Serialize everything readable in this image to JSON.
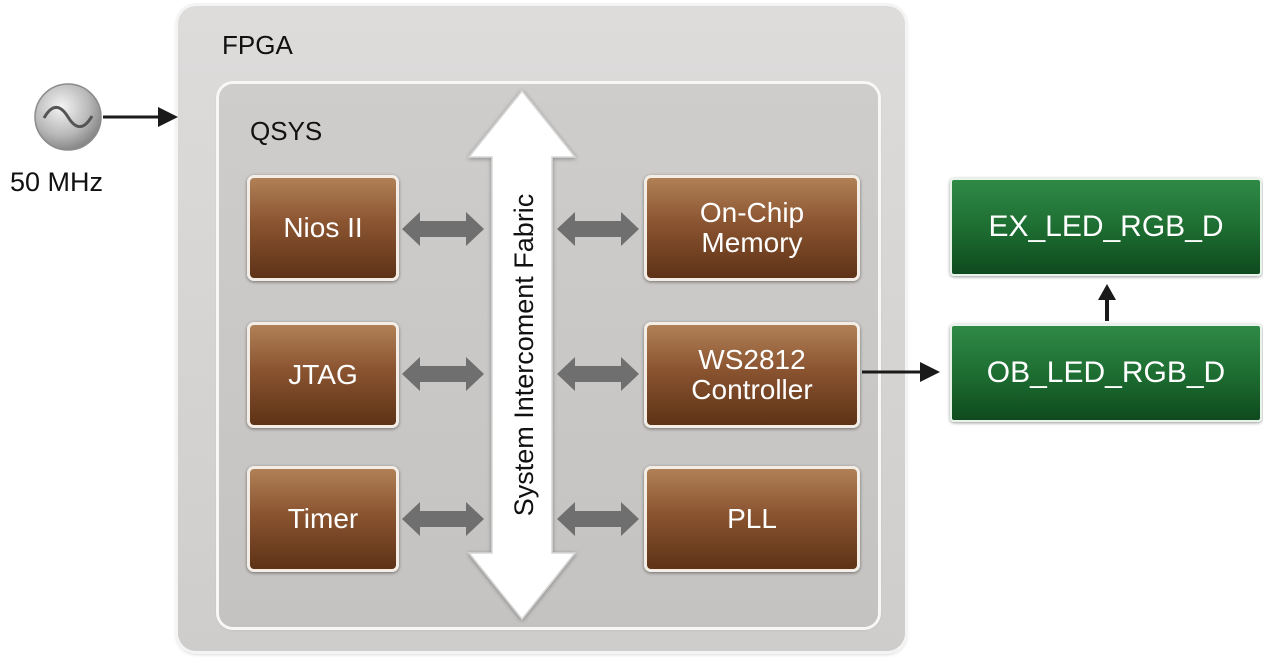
{
  "fpga": {
    "label": "FPGA"
  },
  "qsys": {
    "label": "QSYS"
  },
  "fabric": {
    "label": "System Intercoment Fabric"
  },
  "clock": {
    "label": "50 MHz"
  },
  "modules_left": [
    {
      "label": "Nios II"
    },
    {
      "label": "JTAG"
    },
    {
      "label": "Timer"
    }
  ],
  "modules_right": [
    {
      "line1": "On-Chip",
      "line2": "Memory"
    },
    {
      "line1": "WS2812",
      "line2": "Controller"
    },
    {
      "line1": "PLL",
      "line2": ""
    }
  ],
  "leds": {
    "ex": "EX_LED_RGB_D",
    "ob": "OB_LED_RGB_D"
  },
  "colors": {
    "module_brown": "#8a5430",
    "led_green": "#1c6b30",
    "arrow_gray": "#6d6d6d"
  }
}
